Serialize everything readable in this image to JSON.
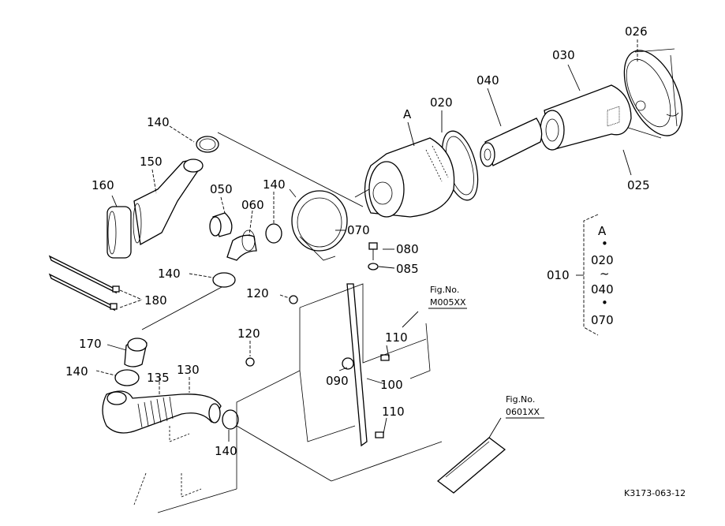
{
  "diagram": {
    "title": "Air cleaner parts diagram",
    "drawing_code": "K3173-063-12",
    "labels": {
      "p026": "026",
      "p030": "030",
      "p040": "040",
      "p020": "020",
      "pA": "A",
      "p025": "025",
      "p140a": "140",
      "p150": "150",
      "p160": "160",
      "p050": "050",
      "p060": "060",
      "p140b": "140",
      "p070": "070",
      "p080": "080",
      "p085": "085",
      "p140c": "140",
      "p180": "180",
      "p120a": "120",
      "p120b": "120",
      "p110a": "110",
      "p110b": "110",
      "p090": "090",
      "p100": "100",
      "p170": "170",
      "p140d": "140",
      "p135": "135",
      "p130": "130",
      "p140e": "140"
    },
    "assembly": {
      "id": "010",
      "items": [
        "A",
        "•",
        "020",
        "~",
        "040",
        "•",
        "070"
      ]
    },
    "figure_refs": [
      {
        "caption": "Fig.No.",
        "code": "M005XX"
      },
      {
        "caption": "Fig.No.",
        "code": "0601XX"
      }
    ]
  }
}
